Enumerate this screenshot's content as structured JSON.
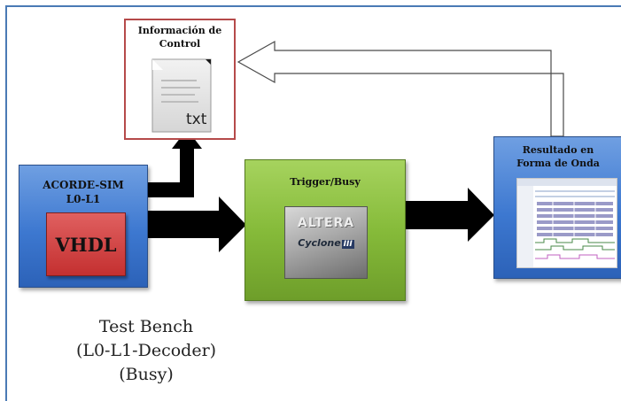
{
  "info_box": {
    "title_line1": "Información de",
    "title_line2": "Control",
    "doc_label": "txt"
  },
  "acorde": {
    "title_line1": "ACORDE-SIM",
    "title_line2": "L0-L1",
    "vhdl_label": "VHDL"
  },
  "trigger": {
    "title": "Trigger/Busy",
    "chip_brand": "ALTERA",
    "chip_family": "Cyclone",
    "chip_badge": "III"
  },
  "result": {
    "title_line1": "Resultado en",
    "title_line2": "Forma de Onda"
  },
  "caption": {
    "line1": "Test Bench",
    "line2": "(L0-L1-Decoder)",
    "line3": "(Busy)"
  },
  "colors": {
    "frame": "#4a7ab5",
    "info_border": "#b54a4a",
    "blue_box": "#3d78d0",
    "vhdl_red": "#c43030",
    "trigger_green": "#86bb3a",
    "arrow": "#000000"
  }
}
